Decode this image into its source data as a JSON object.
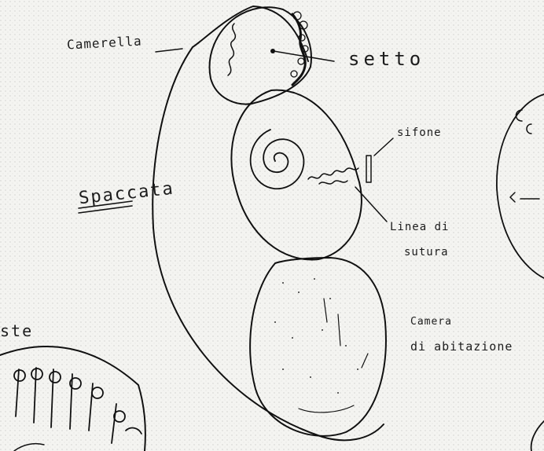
{
  "labels": {
    "camerella": "Camerella",
    "setto": "setto",
    "sifone": "sifone",
    "spaccata": "Spaccata",
    "linea_1": "Linea di",
    "linea_2": "sutura",
    "camera_1": "Camera",
    "camera_2": "di abitazione",
    "edge_left": "ste"
  },
  "colors": {
    "paper": "#f4f4f1",
    "ink": "#111111"
  }
}
